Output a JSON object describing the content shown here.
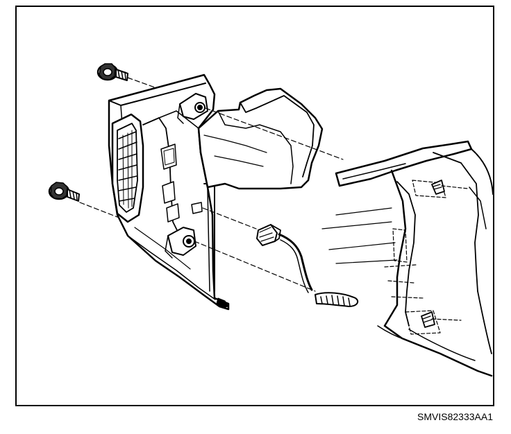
{
  "figure": {
    "code": "SMVIS82333AA1",
    "icons": [
      "screw-icon",
      "console-bezel",
      "wire-harness-connector",
      "instrument-panel-carrier"
    ],
    "colors": {
      "line": "#000000",
      "background": "#ffffff"
    }
  }
}
